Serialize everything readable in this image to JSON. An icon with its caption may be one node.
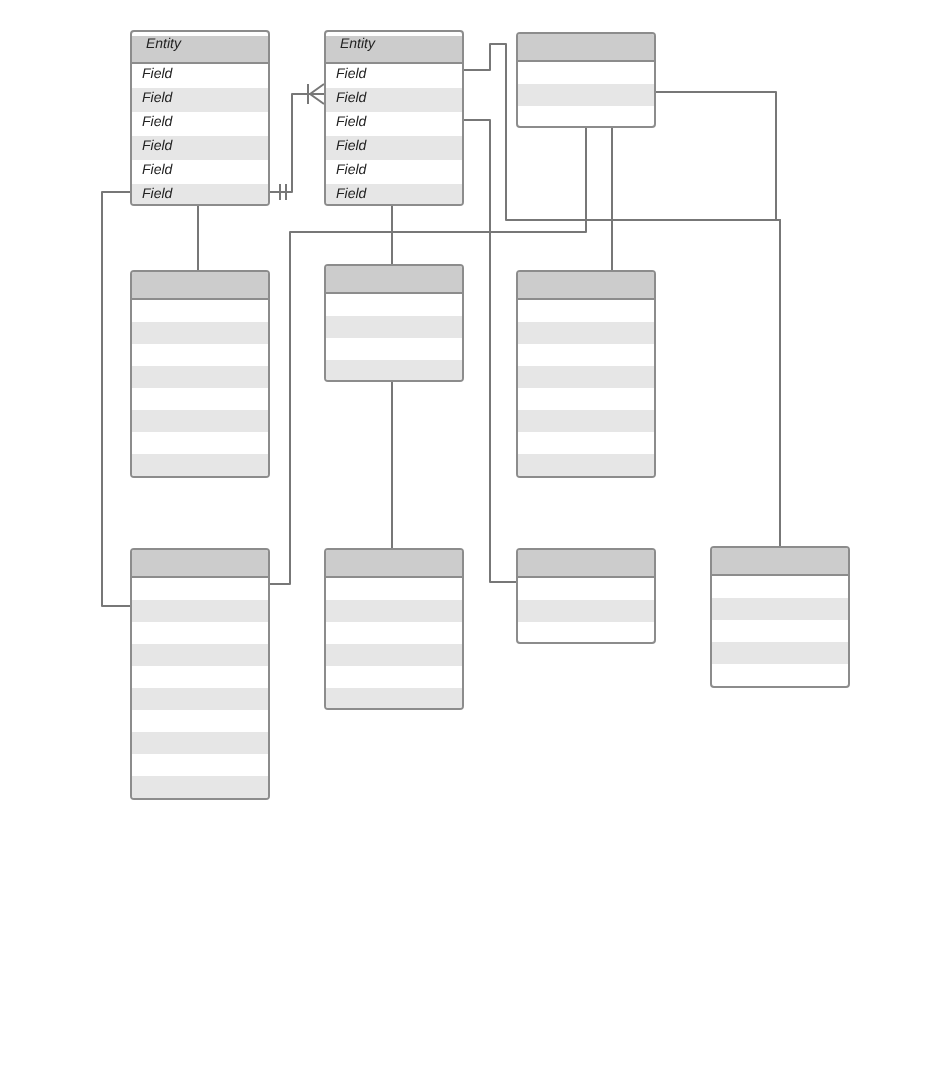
{
  "diagram": {
    "nodes": [
      {
        "text": [
          "Entity",
          "Field",
          "Field",
          "Field",
          "Field",
          "Field",
          "Field"
        ]
      },
      {
        "text": [
          "Entity",
          "Field",
          "Field",
          "Field",
          "Field",
          "Field",
          "Field"
        ]
      },
      {
        "text": [],
        "shape": "box"
      },
      {
        "text": [],
        "shape": "box"
      },
      {
        "text": [],
        "shape": "box"
      },
      {
        "text": [],
        "shape": "box"
      },
      {
        "text": [],
        "shape": "box"
      },
      {
        "text": [],
        "shape": "box"
      },
      {
        "text": [],
        "shape": "box"
      },
      {
        "text": [],
        "shape": "box"
      }
    ],
    "edges": [
      {
        "from": 0,
        "to": 1,
        "arrow": "other"
      },
      {
        "from": 0,
        "to": 3,
        "arrow": "none"
      },
      {
        "from": 0,
        "to": 6,
        "arrow": "none"
      },
      {
        "from": 1,
        "to": 4,
        "arrow": "none"
      },
      {
        "from": 1,
        "to": 8,
        "arrow": "none"
      },
      {
        "from": 1,
        "to": 9,
        "arrow": "none"
      },
      {
        "from": 2,
        "to": 5,
        "arrow": "none"
      },
      {
        "from": 2,
        "to": 9,
        "arrow": "none"
      },
      {
        "from": 4,
        "to": 7,
        "arrow": "none"
      },
      {
        "from": 6,
        "to": 2,
        "arrow": "none"
      }
    ]
  }
}
